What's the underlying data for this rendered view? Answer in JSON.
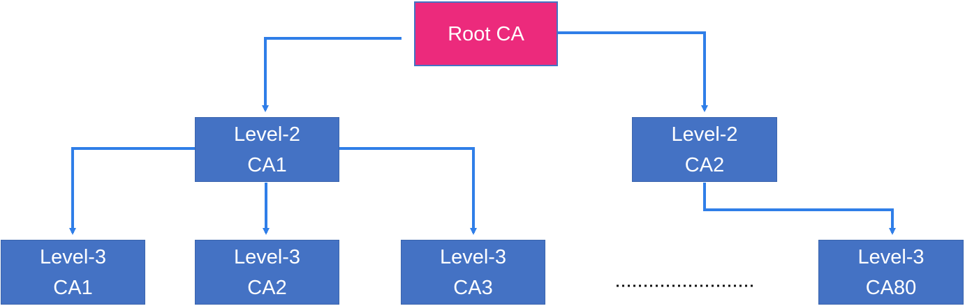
{
  "colors": {
    "root_fill": "#ec2a7c",
    "ca_fill": "#4472c4",
    "connector": "#2f7ee8",
    "text": "#ffffff"
  },
  "root": {
    "label": "Root CA"
  },
  "level2": [
    {
      "line1": "Level-2",
      "line2": "CA1"
    },
    {
      "line1": "Level-2",
      "line2": "CA2"
    }
  ],
  "level3": [
    {
      "line1": "Level-3",
      "line2": "CA1"
    },
    {
      "line1": "Level-3",
      "line2": "CA2"
    },
    {
      "line1": "Level-3",
      "line2": "CA3"
    },
    {
      "line1": "Level-3",
      "line2": "CA80"
    }
  ]
}
